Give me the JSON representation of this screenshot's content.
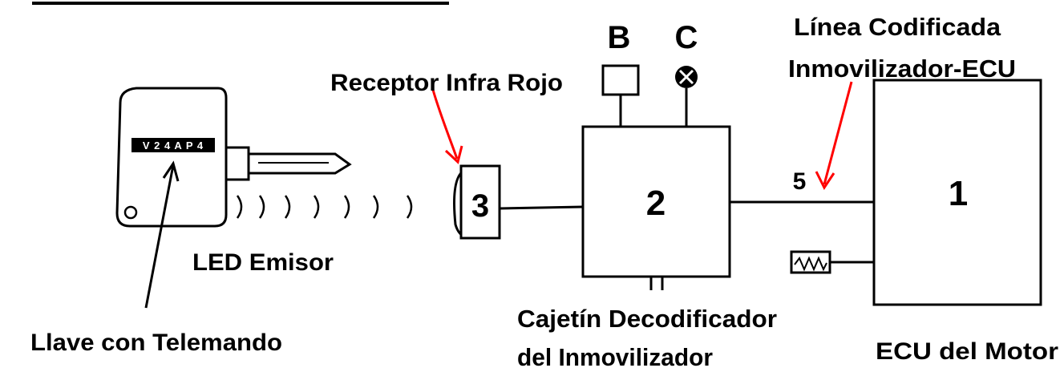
{
  "colors": {
    "ink": "#000000",
    "annotation": "#ff0000",
    "background": "#ffffff"
  },
  "labels": {
    "receptor": "Receptor Infra Rojo",
    "led": "LED Emisor",
    "llave": "Llave con Telemando",
    "cajetin_line1": "Cajetín Decodificador",
    "cajetin_line2": "del Inmovilizador",
    "linea_line1": "Línea Codificada",
    "linea_line2": "Inmovilizador-ECU",
    "ecu": "ECU del Motor"
  },
  "components": {
    "ecu_number": "1",
    "decoder_number": "2",
    "receiver_number": "3",
    "line_number": "5",
    "terminal_b": "B",
    "terminal_c": "C",
    "key_tag": "V 2 4 A P 4"
  },
  "icons": {
    "key": "key-icon",
    "ir_signal": "infrared-wave-icon",
    "resistor": "resistor-icon",
    "lamp": "lamp-icon"
  }
}
